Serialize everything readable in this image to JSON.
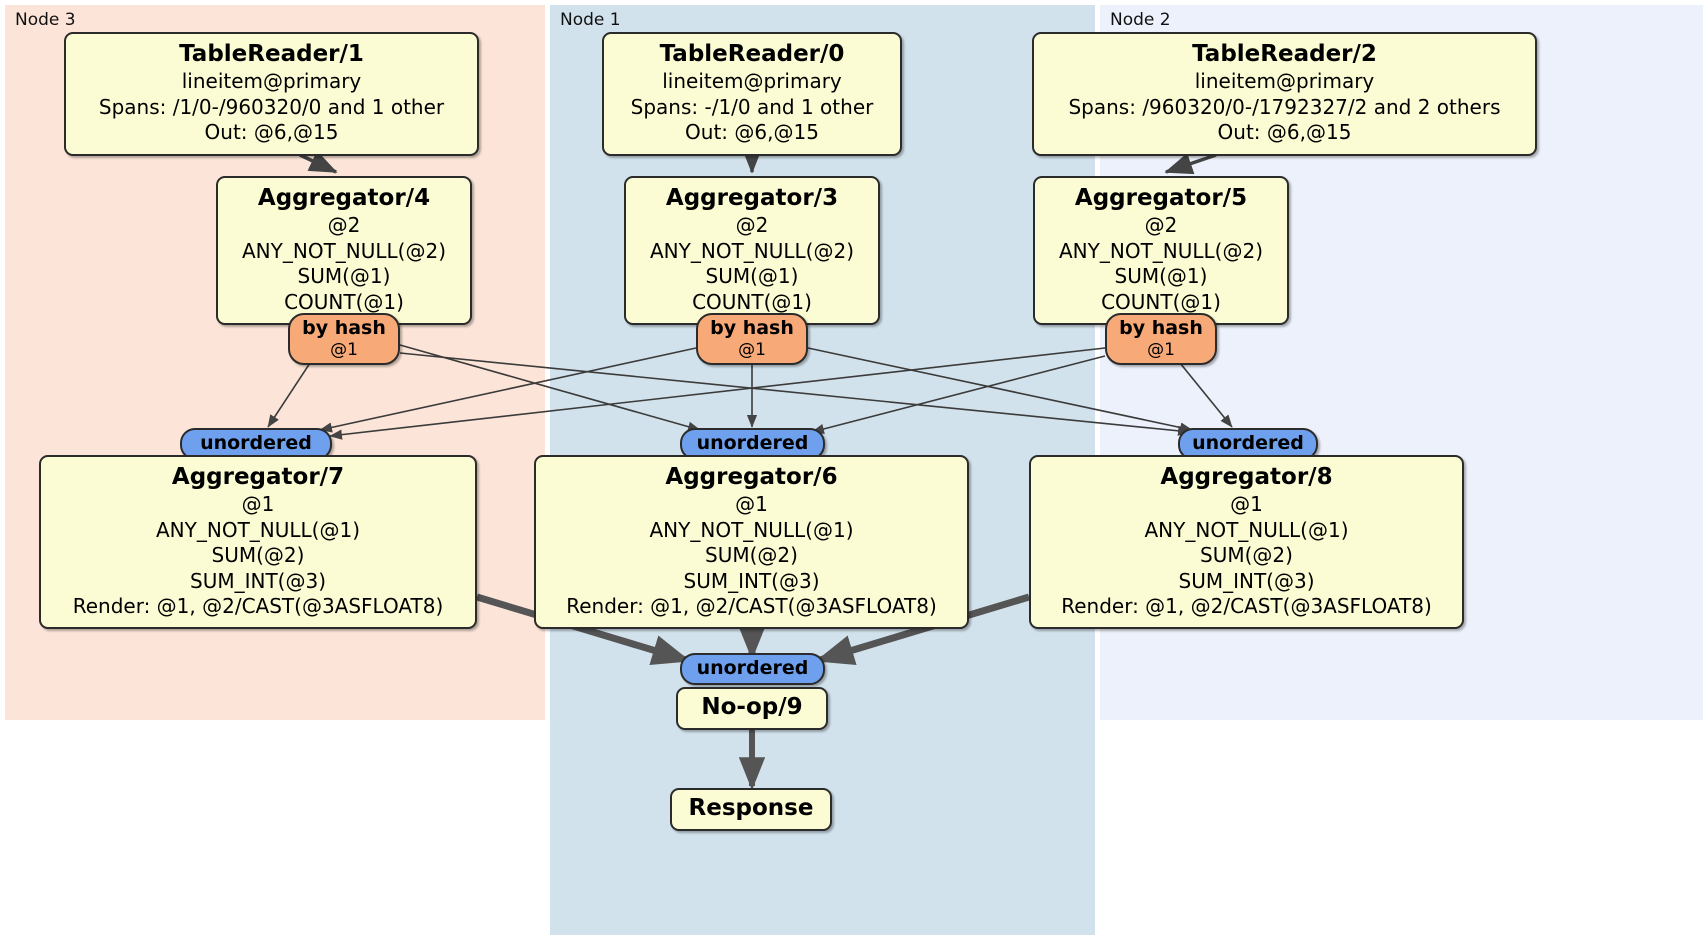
{
  "nodes": [
    {
      "id": "node3",
      "label": "Node 3",
      "color": "#fce5d8"
    },
    {
      "id": "node1",
      "label": "Node 1",
      "color": "#d2e2ec"
    },
    {
      "id": "node2",
      "label": "Node 2",
      "color": "#edf1fb"
    }
  ],
  "processors": {
    "tablereader1": {
      "title": "TableReader/1",
      "line1": "lineitem@primary",
      "line2": "Spans: /1/0-/960320/0 and 1 other",
      "line3": "Out: @6,@15"
    },
    "tablereader0": {
      "title": "TableReader/0",
      "line1": "lineitem@primary",
      "line2": "Spans: -/1/0 and 1 other",
      "line3": "Out: @6,@15"
    },
    "tablereader2": {
      "title": "TableReader/2",
      "line1": "lineitem@primary",
      "line2": "Spans: /960320/0-/1792327/2 and 2 others",
      "line3": "Out: @6,@15"
    },
    "aggregator4": {
      "title": "Aggregator/4",
      "line1": "@2",
      "line2": "ANY_NOT_NULL(@2)",
      "line3": "SUM(@1)",
      "line4": "COUNT(@1)"
    },
    "aggregator3": {
      "title": "Aggregator/3",
      "line1": "@2",
      "line2": "ANY_NOT_NULL(@2)",
      "line3": "SUM(@1)",
      "line4": "COUNT(@1)"
    },
    "aggregator5": {
      "title": "Aggregator/5",
      "line1": "@2",
      "line2": "ANY_NOT_NULL(@2)",
      "line3": "SUM(@1)",
      "line4": "COUNT(@1)"
    },
    "aggregator7": {
      "title": "Aggregator/7",
      "line1": "@1",
      "line2": "ANY_NOT_NULL(@1)",
      "line3": "SUM(@2)",
      "line4": "SUM_INT(@3)",
      "line5": "Render: @1, @2/CAST(@3ASFLOAT8)"
    },
    "aggregator6": {
      "title": "Aggregator/6",
      "line1": "@1",
      "line2": "ANY_NOT_NULL(@1)",
      "line3": "SUM(@2)",
      "line4": "SUM_INT(@3)",
      "line5": "Render: @1, @2/CAST(@3ASFLOAT8)"
    },
    "aggregator8": {
      "title": "Aggregator/8",
      "line1": "@1",
      "line2": "ANY_NOT_NULL(@1)",
      "line3": "SUM(@2)",
      "line4": "SUM_INT(@3)",
      "line5": "Render: @1, @2/CAST(@3ASFLOAT8)"
    },
    "noop9": {
      "title": "No-op/9"
    },
    "response": {
      "title": "Response"
    }
  },
  "routers": {
    "hash_left": {
      "title": "by hash",
      "sub": "@1"
    },
    "hash_center": {
      "title": "by hash",
      "sub": "@1"
    },
    "hash_right": {
      "title": "by hash",
      "sub": "@1"
    }
  },
  "synchronizers": {
    "unordered_left": {
      "title": "unordered"
    },
    "unordered_center": {
      "title": "unordered"
    },
    "unordered_right": {
      "title": "unordered"
    },
    "unordered_final": {
      "title": "unordered"
    }
  },
  "colors": {
    "processor_fill": "#fcfcd4",
    "processor_stroke": "#2b2b2b",
    "hash_router_fill": "#f7a977",
    "synchronizer_fill": "#6fa0ee",
    "node3_fill": "#fce5d8",
    "node1_fill": "#d2e2ec",
    "node2_fill": "#edf1fb",
    "edge_thin": "#444444",
    "edge_thick": "#555555"
  }
}
